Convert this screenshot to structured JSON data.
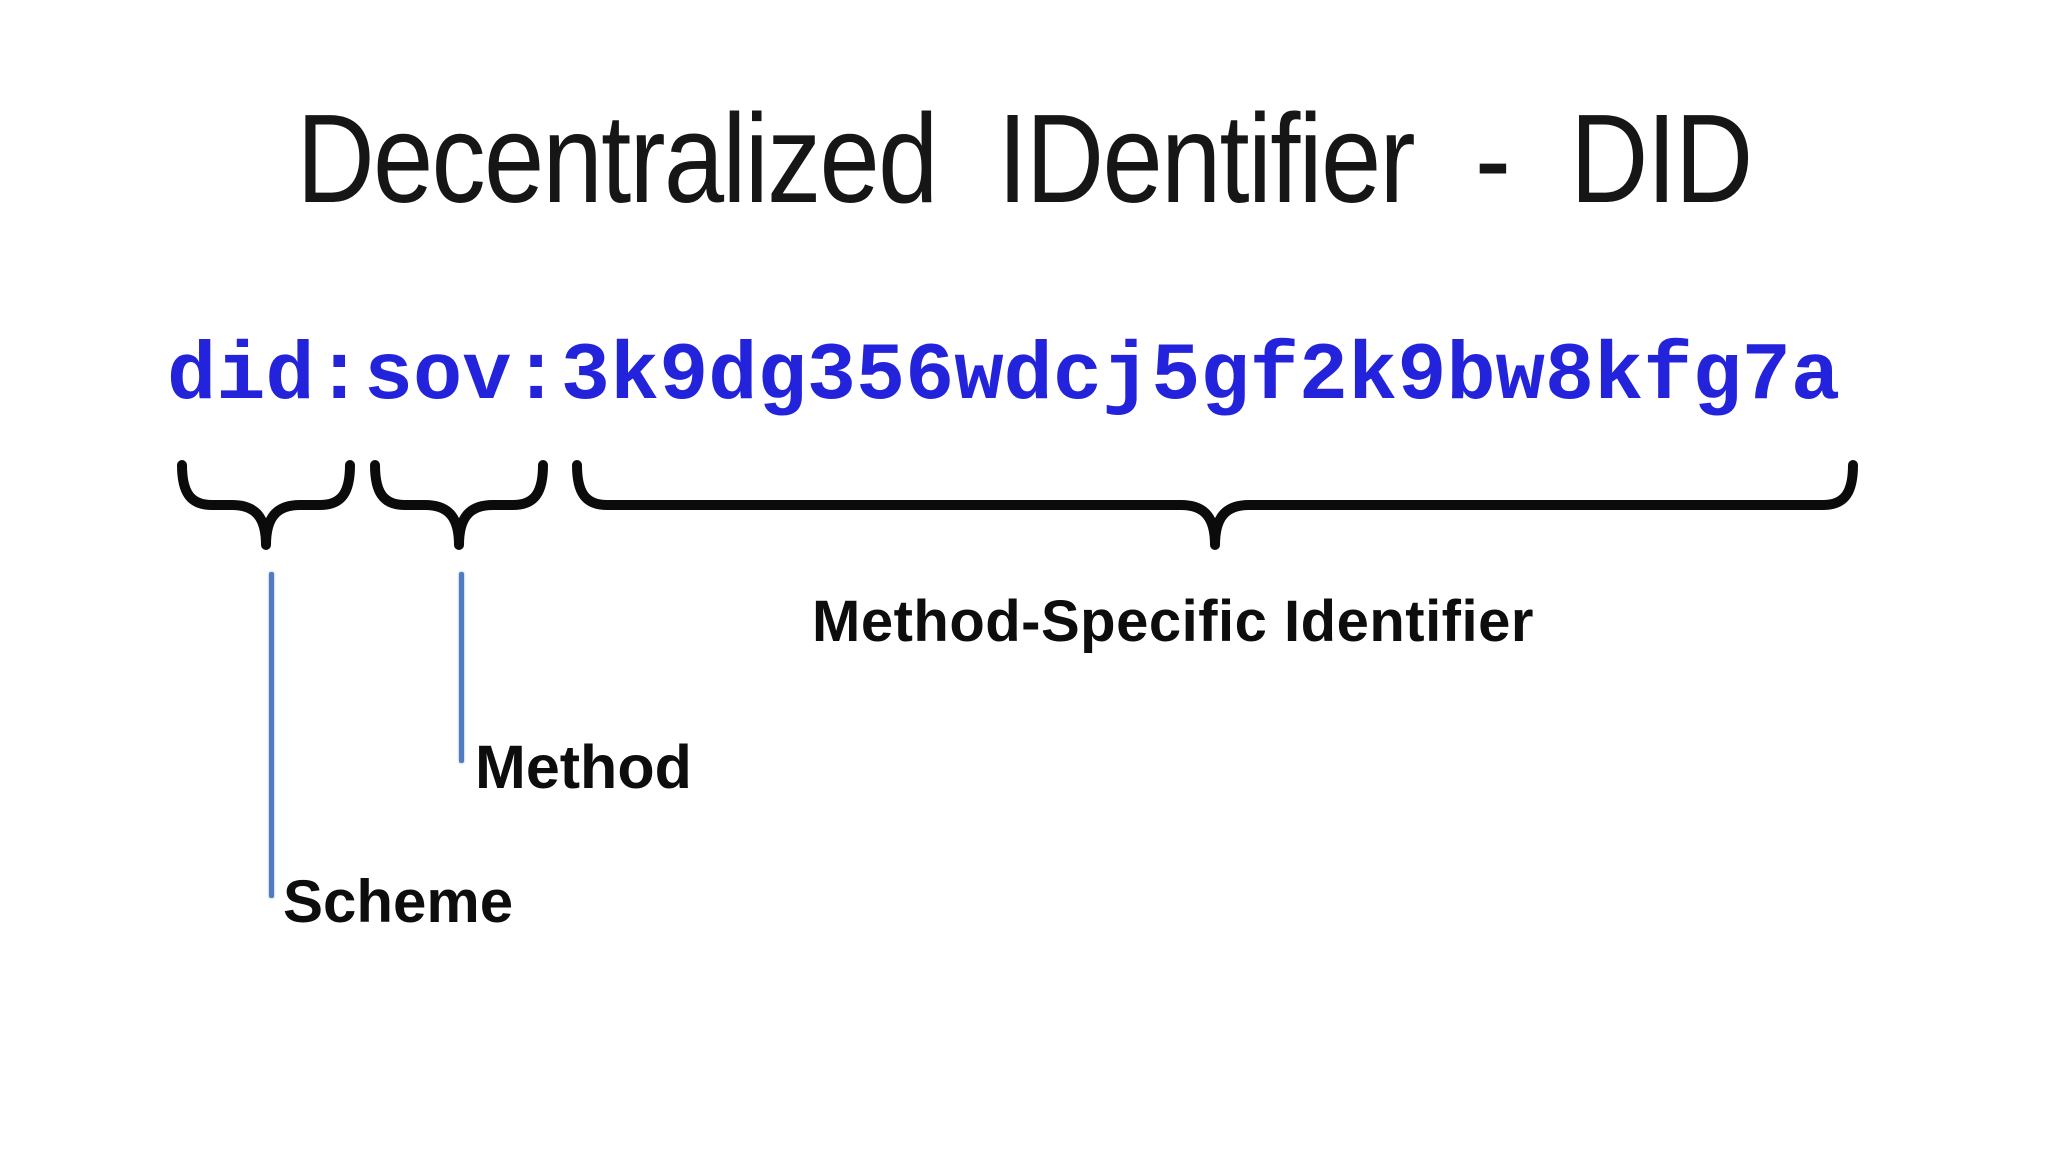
{
  "slide": {
    "title": "Decentralized IDentifier - DID",
    "did": {
      "scheme": "did",
      "separator": ":",
      "method": "sov",
      "identifier": "3k9dg356wdcj5gf2k9bw8kfg7a"
    },
    "labels": {
      "scheme": "Scheme",
      "method": "Method",
      "identifier": "Method-Specific Identifier"
    },
    "colors": {
      "did_text": "#2323dc",
      "connector_line": "#4f7dbf",
      "text": "#111111",
      "background": "#ffffff"
    }
  }
}
